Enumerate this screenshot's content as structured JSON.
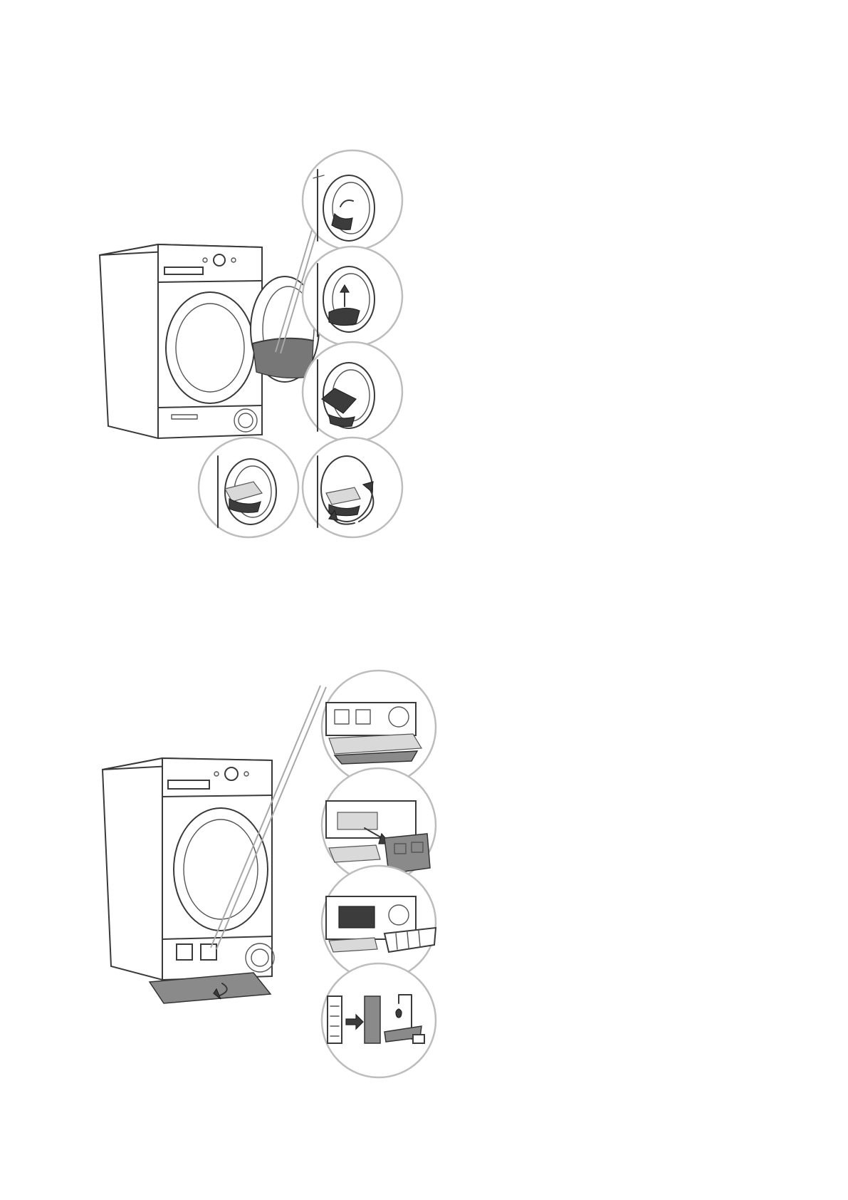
{
  "figures": [
    {
      "id": "filter-cleaning",
      "steps": 5,
      "step_icons": [
        "door-open-icon",
        "filter-lift-icon",
        "filter-pull-icon",
        "filter-open-icon",
        "filter-clean-icon"
      ]
    },
    {
      "id": "heat-exchanger-cleaning",
      "steps": 4,
      "step_icons": [
        "flap-open-icon",
        "cover-remove-icon",
        "sponge-remove-icon",
        "sponge-rinse-icon"
      ]
    }
  ],
  "colors": {
    "line": "#3a3a3a",
    "bubble_border": "#bdbdbd",
    "dark_part": "#3c3c3c",
    "grey_part": "#8a8a8a"
  }
}
